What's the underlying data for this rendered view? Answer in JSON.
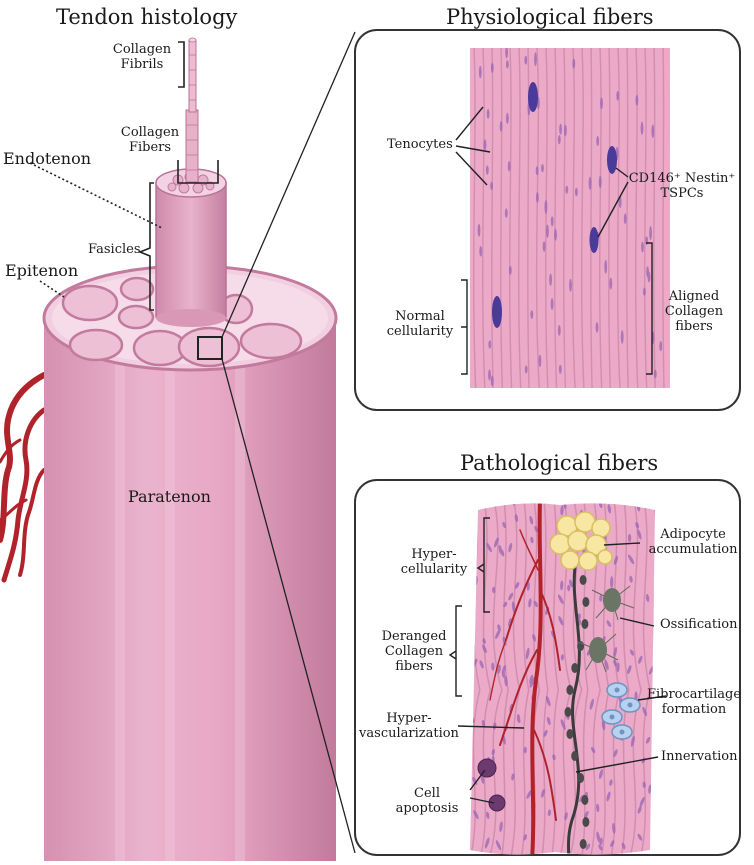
{
  "titles": {
    "left": "Tendon histology",
    "physiological": "Physiological fibers",
    "pathological": "Pathological fibers"
  },
  "left_labels": {
    "collagen_fibrils_1": "Collagen",
    "collagen_fibrils_2": "Fibrils",
    "collagen_fibers_1": "Collagen",
    "collagen_fibers_2": "Fibers",
    "endotenon": "Endotenon",
    "fasicles": "Fasicles",
    "epitenon": "Epitenon",
    "paratenon": "Paratenon"
  },
  "physiological_labels": {
    "tenocytes": "Tenocytes",
    "tspc_1": "CD146⁺ Nestin⁺",
    "tspc_2": "TSPCs",
    "normal_1": "Normal",
    "normal_2": "cellularity",
    "aligned_1": "Aligned",
    "aligned_2": "Collagen",
    "aligned_3": "fibers"
  },
  "pathological_labels": {
    "hyper_cell_1": "Hyper-",
    "hyper_cell_2": "cellularity",
    "deranged_1": "Deranged",
    "deranged_2": "Collagen",
    "deranged_3": "fibers",
    "hypervasc_1": "Hyper-",
    "hypervasc_2": "vascularization",
    "apoptosis_1": "Cell",
    "apoptosis_2": "apoptosis",
    "adipocyte_1": "Adipocyte",
    "adipocyte_2": "accumulation",
    "ossification": "Ossification",
    "fibrocartilage_1": "Fibrocartilage",
    "fibrocartilage_2": "formation",
    "innervation": "Innervation"
  },
  "colors": {
    "tissue": "#e9a9c6",
    "tissue_dark": "#cf86a8",
    "tissue_light": "#f3cde0",
    "nucleus": "#8a5aa8",
    "stem_cell": "#4a3a9a",
    "vessel": "#b1232b",
    "nerve": "#3b3b3b",
    "adipocyte": "#f7e6a0",
    "bone_cell": "#5f6b5a",
    "cartilage": "#a9c8ea",
    "apoptotic": "#6d3a70",
    "line": "#222222",
    "panel_border": "#333333"
  }
}
